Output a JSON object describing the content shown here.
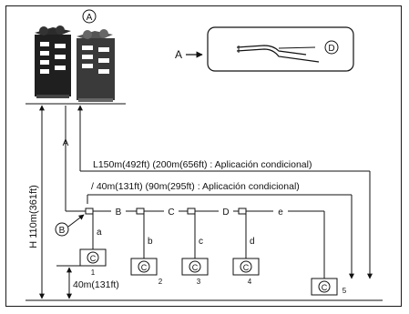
{
  "labels": {
    "outdoor_unit_circle": "A",
    "callout_letter": "A",
    "pipe_circle": "D",
    "branch_circle": "B",
    "height_total": "H 110m(361ft)",
    "length_total": "L150m(492ft) (200m(656ft) : Aplicación condicional)",
    "length_branch": "/ 40m(131ft) (90m(295ft) : Aplicación condicional)",
    "indoor_height": "40m(131ft)",
    "segment_a_upper": "A",
    "segment_b": "B",
    "segment_c": "C",
    "segment_d": "D",
    "segment_e": "e",
    "drop_a": "a",
    "drop_b": "b",
    "drop_c": "c",
    "drop_d": "d"
  },
  "indoor_units": [
    {
      "circle": "C",
      "number": "1"
    },
    {
      "circle": "C",
      "number": "2"
    },
    {
      "circle": "C",
      "number": "3"
    },
    {
      "circle": "C",
      "number": "4"
    },
    {
      "circle": "C",
      "number": "5"
    }
  ]
}
